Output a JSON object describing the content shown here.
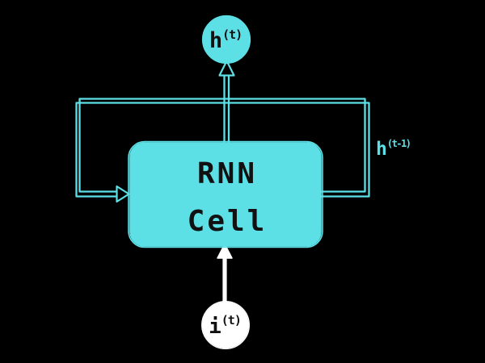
{
  "colors": {
    "background": "#000000",
    "accent_cyan": "#5CE0E6",
    "input_white": "#FFFFFF",
    "label_on_shape": "#111111"
  },
  "diagram": {
    "type": "flow-diagram",
    "cell": {
      "line1": "RNN",
      "line2": "Cell"
    },
    "output_node": {
      "base": "h",
      "sup": "(t)"
    },
    "input_node": {
      "base": "i",
      "sup": "(t)"
    },
    "feedback_edge": {
      "base": "h",
      "sup": "(t-1)"
    }
  }
}
